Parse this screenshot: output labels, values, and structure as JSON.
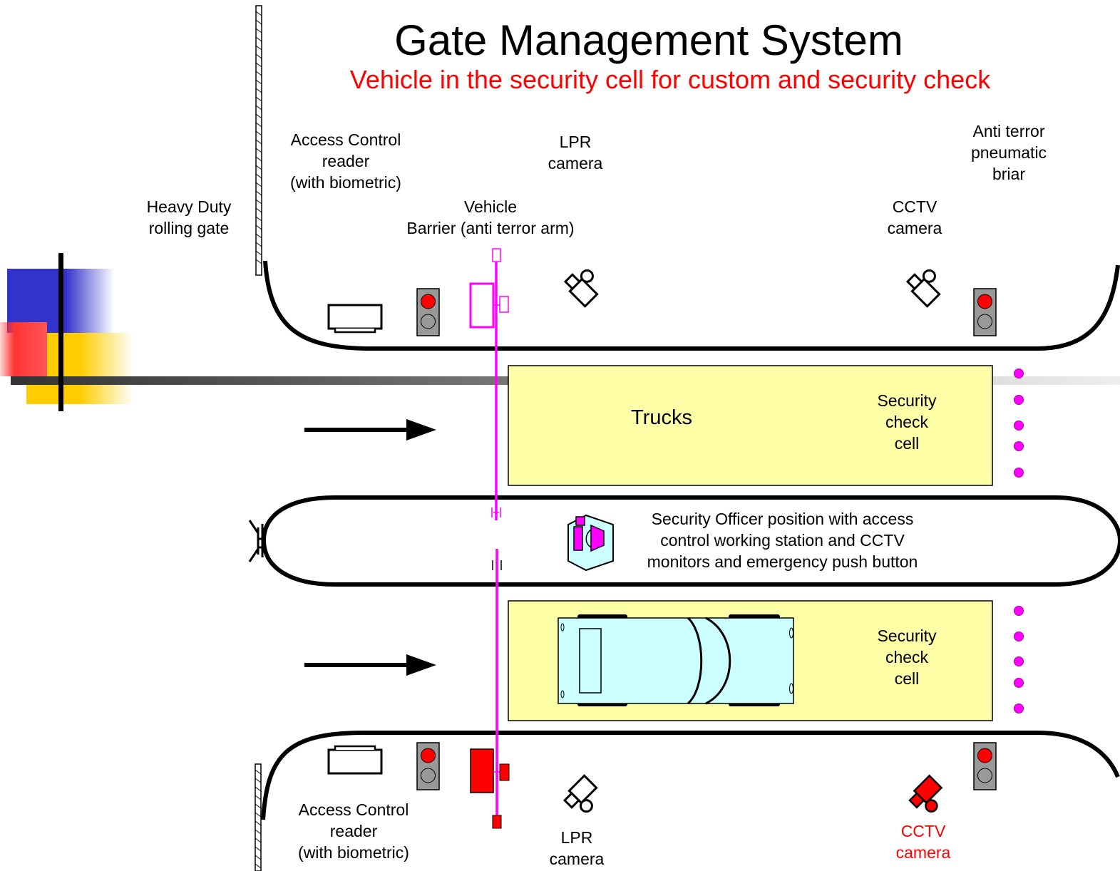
{
  "title": "Gate Management System",
  "subtitle": "Vehicle in the security cell for custom and security check",
  "labels": {
    "rolling_gate": [
      "Heavy Duty",
      "rolling gate"
    ],
    "access_reader_top": [
      "Access Control",
      "reader",
      "(with biometric)"
    ],
    "lpr_top": [
      "LPR",
      "camera"
    ],
    "barrier": [
      "Vehicle",
      "Barrier (anti terror arm)"
    ],
    "anti_terror": [
      "Anti terror",
      "pneumatic",
      "briar"
    ],
    "cctv_top": [
      "CCTV",
      "camera"
    ],
    "trucks": "Trucks",
    "cell_top": [
      "Security",
      "check",
      "cell"
    ],
    "officer": [
      "Security Officer position with access",
      "control working station and CCTV",
      "monitors and emergency push button"
    ],
    "cell_bottom": [
      "Security",
      "check",
      "cell"
    ],
    "access_reader_bottom": [
      "Access Control",
      "reader",
      "(with biometric)"
    ],
    "lpr_bottom": [
      "LPR",
      "camera"
    ],
    "cctv_bottom": [
      "CCTV",
      "camera"
    ]
  },
  "icons": {
    "traffic_light": "traffic-light-icon",
    "reader": "card-reader-icon",
    "camera": "camera-icon",
    "arrow": "arrow-right-icon",
    "car": "car-icon",
    "officer": "officer-booth-icon"
  },
  "colors": {
    "red": "#ff0000",
    "magenta": "#ff00ff",
    "cell_fill": "#ffffa8",
    "car_fill": "#ccffff",
    "blue": "#3333cc",
    "yellow": "#ffcc00",
    "gray": "#888888"
  }
}
